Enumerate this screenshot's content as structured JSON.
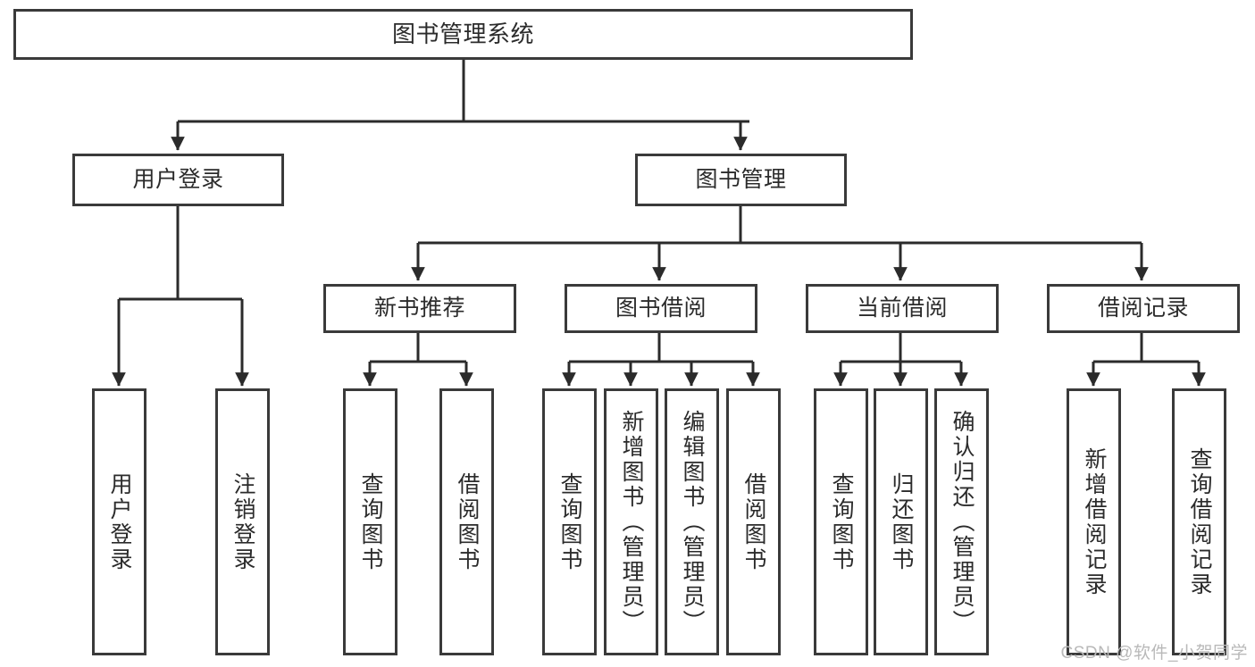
{
  "diagram": {
    "type": "tree-hierarchy",
    "title": "图书管理系统",
    "watermark": "CSDN @软件_小贺同学",
    "colors": {
      "border": "#3a3a3a",
      "background": "#ffffff",
      "text": "#2b2b2b",
      "watermark": "#b9b9b9"
    },
    "root": {
      "label": "图书管理系统"
    },
    "level2": [
      {
        "label": "用户登录"
      },
      {
        "label": "图书管理"
      }
    ],
    "level3": [
      {
        "label": "新书推荐"
      },
      {
        "label": "图书借阅"
      },
      {
        "label": "当前借阅"
      },
      {
        "label": "借阅记录"
      }
    ],
    "leaves": {
      "user_login": [
        {
          "label": "用户登录"
        },
        {
          "label": "注销登录"
        }
      ],
      "new_book_recommend": [
        {
          "label": "查询图书"
        },
        {
          "label": "借阅图书"
        }
      ],
      "book_borrow": [
        {
          "label": "查询图书"
        },
        {
          "label": "新增图书（管理员）"
        },
        {
          "label": "编辑图书（管理员）"
        },
        {
          "label": "借阅图书"
        }
      ],
      "current_borrow": [
        {
          "label": "查询图书"
        },
        {
          "label": "归还图书"
        },
        {
          "label": "确认归还（管理员）"
        }
      ],
      "borrow_records": [
        {
          "label": "新增借阅记录"
        },
        {
          "label": "查询借阅记录"
        }
      ]
    }
  }
}
